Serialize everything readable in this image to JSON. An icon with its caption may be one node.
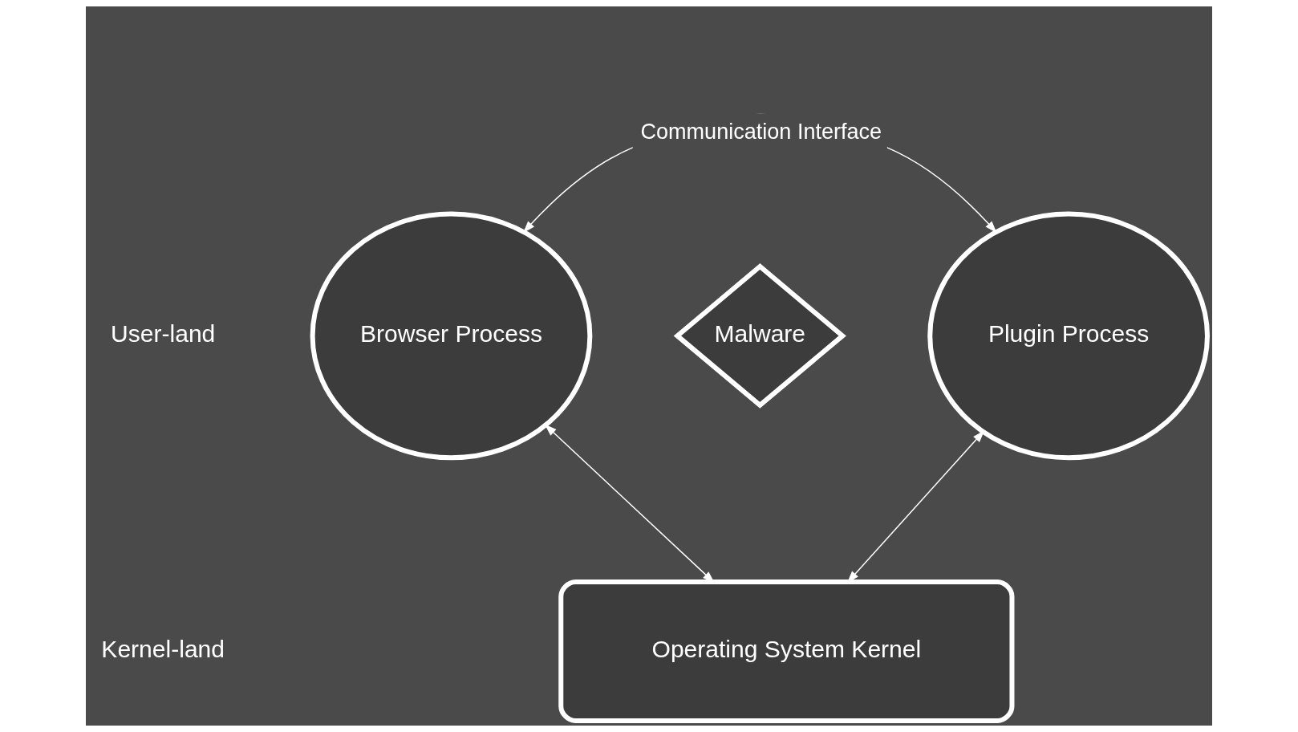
{
  "diagram": {
    "nodes": [
      {
        "text": [
          "Browser Process"
        ]
      },
      {
        "text": [
          "Malware"
        ]
      },
      {
        "text": [
          "Plugin Process"
        ]
      },
      {
        "text": [
          "Operating System Kernel"
        ]
      }
    ],
    "edges": [
      {
        "from": 0,
        "to": 2,
        "arrow": "both",
        "label": "Communication Interface"
      },
      {
        "from": 0,
        "to": 3,
        "arrow": "both"
      },
      {
        "from": 2,
        "to": 3,
        "arrow": "both"
      }
    ],
    "labels": [
      "User-land",
      "Kernel-land"
    ]
  }
}
